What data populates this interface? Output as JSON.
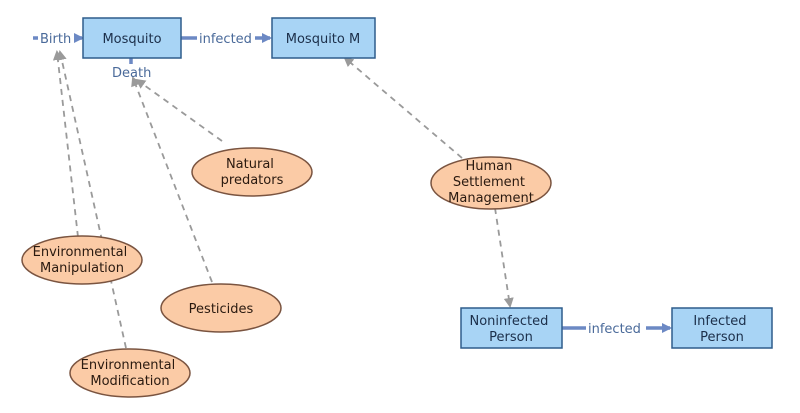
{
  "stocks": {
    "mosquito": "Mosquito",
    "mosquito_m": "Mosquito M",
    "noninfected_person": [
      "Noninfected",
      "Person"
    ],
    "infected_person": [
      "Infected",
      "Person"
    ]
  },
  "flows": {
    "birth": "Birth",
    "death": "Death",
    "mosquito_infected": "infected",
    "person_infected": "infected"
  },
  "variables": {
    "natural_predators": [
      "Natural",
      "predators"
    ],
    "human_settlement_management": [
      "Human",
      "Settlement",
      "Management"
    ],
    "environmental_manipulation": [
      "Environmental",
      "Manipulation"
    ],
    "pesticides": [
      "Pesticides"
    ],
    "environmental_modification": [
      "Environmental",
      "Modification"
    ]
  },
  "colors": {
    "stock_fill": "#a8d4f5",
    "stock_border": "#2f5d8c",
    "variable_fill": "#fbcba6",
    "variable_border": "#7a5440",
    "flow": "#6c89c4",
    "link": "#9a9a9a"
  }
}
